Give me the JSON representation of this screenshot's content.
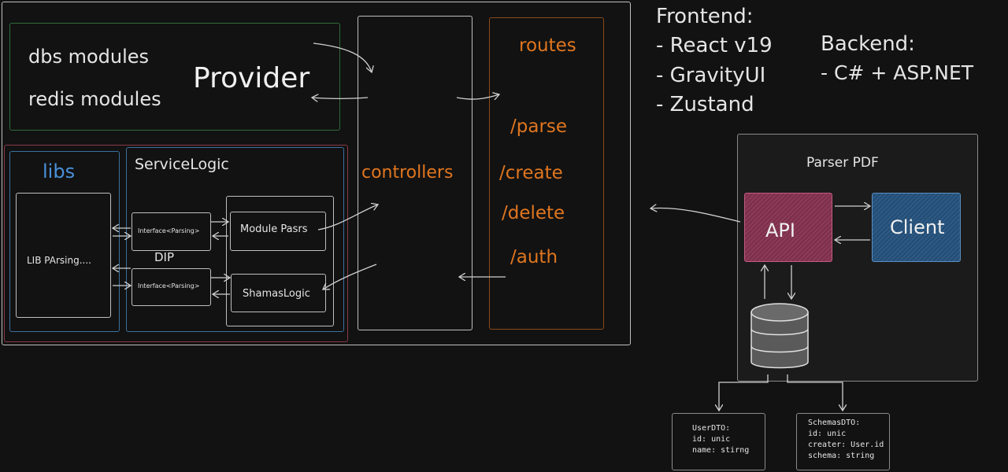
{
  "colors": {
    "background": "#121212",
    "orange": "#e0761f",
    "blue": "#4a90d9",
    "green_border": "#2f6b3a",
    "red_border": "#8a3a4a",
    "api_fill": "#7b2f4a",
    "client_fill": "#244d74"
  },
  "provider_block": {
    "dbs_modules": "dbs modules",
    "redis_modules": "redis modules",
    "title": "Provider"
  },
  "libs_block": {
    "title": "libs",
    "lib_parsing": "LIB PArsing...."
  },
  "service_block": {
    "title": "ServiceLogic",
    "interface_top": "Interface<Parsing>",
    "interface_bottom": "Interface<Parsing>",
    "dip": "DIP",
    "module_pasrs": "Module Pasrs",
    "shamas_logic": "ShamasLogic"
  },
  "controllers": {
    "label": "controllers"
  },
  "routes": {
    "title": "routes",
    "items": [
      "/parse",
      "/create",
      "/delete",
      "/auth"
    ]
  },
  "stack": {
    "frontend_title": "Frontend:",
    "frontend_items": [
      "- React v19",
      "- GravityUI",
      "- Zustand"
    ],
    "backend_title": "Backend:",
    "backend_items": [
      "- C# + ASP.NET"
    ]
  },
  "parser_pdf": {
    "title": "Parser PDF",
    "api": "API",
    "client": "Client",
    "database_icon": "database-icon"
  },
  "dtos": {
    "user": [
      "UserDTO:",
      "id: unic",
      "name: stirng"
    ],
    "schemas": [
      "SchemasDTO:",
      "id: unic",
      "creater: User.id",
      "schema: string"
    ]
  }
}
